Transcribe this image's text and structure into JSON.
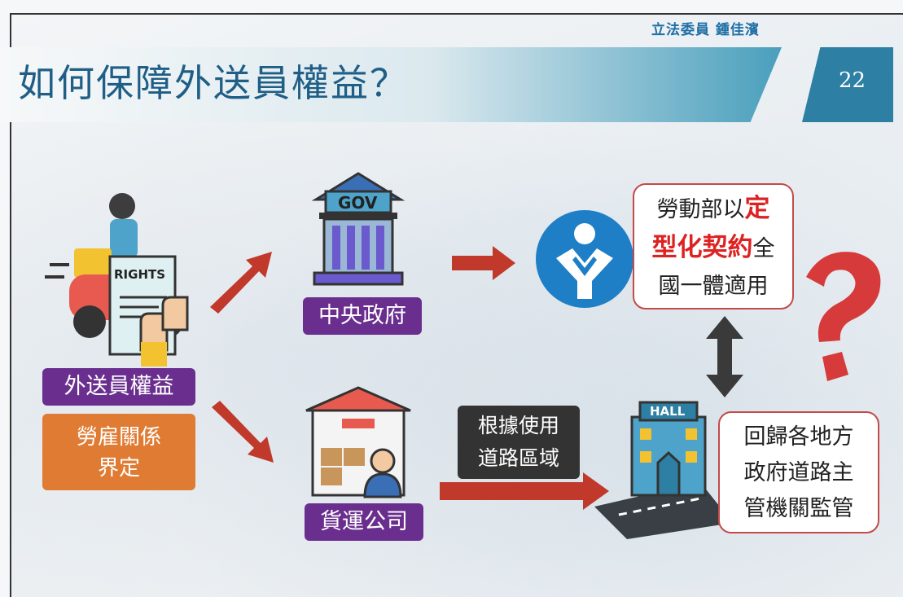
{
  "header": {
    "author": "立法委員 鍾佳濱",
    "title": "如何保障外送員權益？",
    "page_number": "22"
  },
  "left": {
    "rights_sign": "RIGHTS",
    "label_rights": "外送員權益",
    "label_relation_line1": "勞雇關係",
    "label_relation_line2": "界定"
  },
  "central": {
    "gov_sign": "GOV",
    "label": "中央政府"
  },
  "freight": {
    "label": "貨運公司"
  },
  "road_usage": {
    "line1": "根據使用",
    "line2": "道路區域"
  },
  "ministry_box": {
    "line1_prefix": "勞動部以",
    "line1_highlight": "定",
    "line2_highlight": "型化契約",
    "line2_suffix": "全",
    "line3": "國一體適用"
  },
  "local_box": {
    "hall_sign": "HALL",
    "line1": "回歸各地方",
    "line2": "政府道路主",
    "line3": "管機關監管"
  },
  "colors": {
    "purple": "#6a2f8e",
    "orange": "#e07b33",
    "arrow_red": "#c0392b",
    "accent_blue": "#1e7fc6"
  }
}
